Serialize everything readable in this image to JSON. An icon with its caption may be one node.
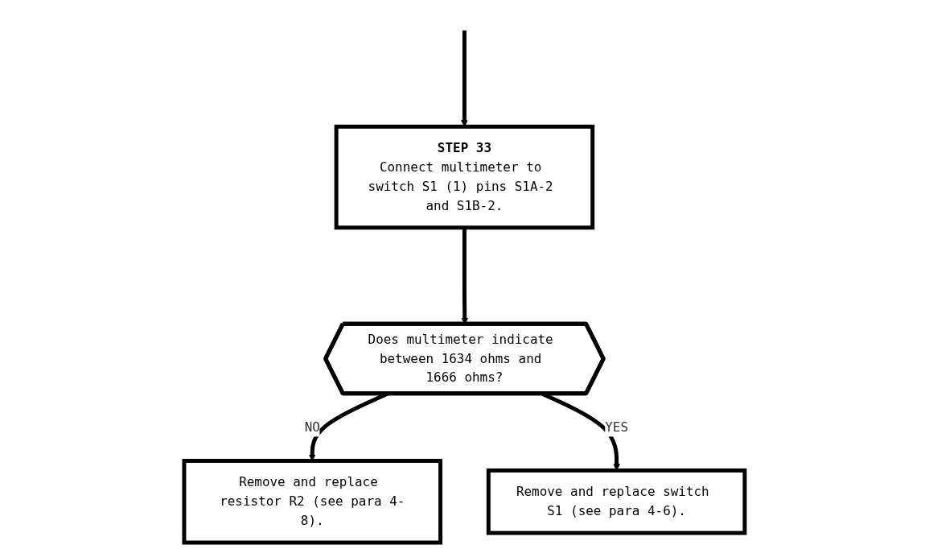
{
  "diagram": {
    "nodes": [
      {
        "text": [
          "STEP 33",
          "Connect multimeter to switch S1 (1) pins S1A-2 and S1B-2."
        ]
      },
      {
        "text": [
          "Does multimeter indicate between 1634 ohms and 1666 ohms?"
        ]
      },
      {
        "text": [
          "Remove and replace resistor R2 (see para 4-8)."
        ]
      },
      {
        "text": [
          "Remove and replace switch S1 (see para 4-6)."
        ]
      }
    ],
    "edges": [
      {
        "from": null,
        "to": 0,
        "arrow": "to"
      },
      {
        "from": 0,
        "to": 1,
        "arrow": "to"
      },
      {
        "from": 1,
        "to": 2,
        "label": "NO",
        "arrow": "to"
      },
      {
        "from": 1,
        "to": 3,
        "label": "YES",
        "arrow": "to"
      }
    ]
  }
}
